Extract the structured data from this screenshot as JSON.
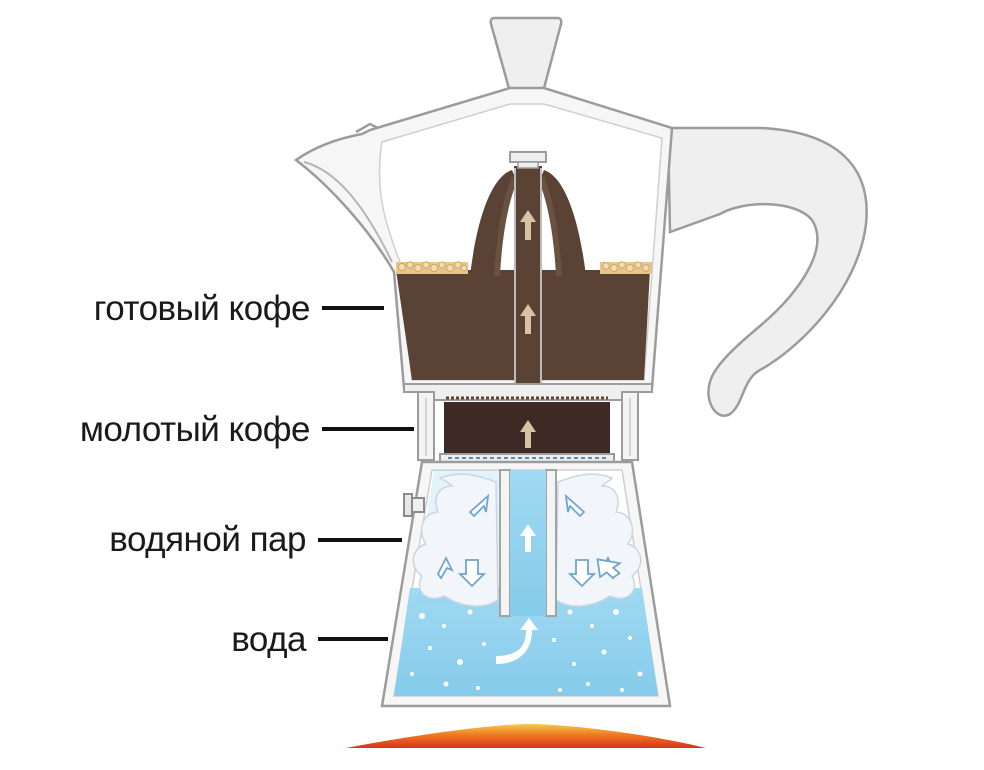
{
  "labels": {
    "brewed_coffee": "готовый кофе",
    "ground_coffee": "молотый кофе",
    "water_vapor": "водяной пар",
    "water": "вода"
  },
  "colors": {
    "outline": "#a7a7a7",
    "brewed_coffee": "#5a4335",
    "ground_coffee": "#3e2a24",
    "water": "#8fd1ee",
    "vapor": "#f2f6fb",
    "crema": "#e7c590",
    "flame_outer": "#f6c34a",
    "flame_inner": "#d9321a"
  },
  "icons": {
    "flow": "arrow-up-icon",
    "vapor": "cloud-icon",
    "heat": "flame-icon"
  }
}
